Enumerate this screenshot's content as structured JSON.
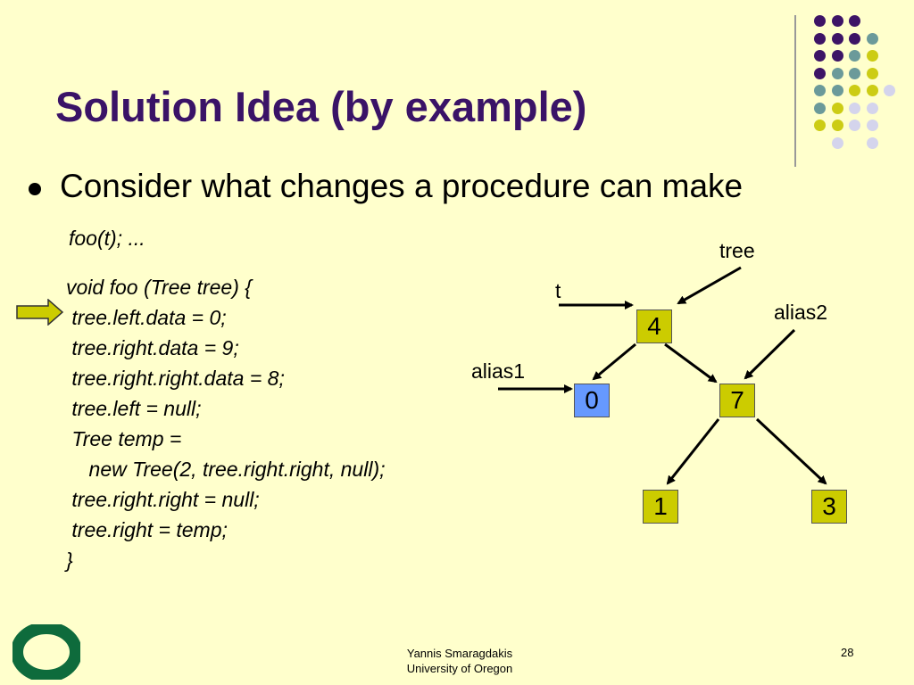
{
  "slide": {
    "title": "Solution Idea (by example)",
    "bullet": "Consider what changes a procedure can make",
    "call_line": "foo(t); ...",
    "code_lines": [
      "void foo (Tree tree) {",
      " tree.left.data = 0;",
      " tree.right.data = 9;",
      " tree.right.right.data = 8;",
      " tree.left = null;",
      " Tree temp =",
      "    new Tree(2, tree.right.right, null);",
      " tree.right.right = null;",
      " tree.right = temp;",
      "}"
    ],
    "current_line_index": 1
  },
  "diagram": {
    "nodes": [
      {
        "id": "n4",
        "value": "4",
        "color": "#cccc00"
      },
      {
        "id": "n0",
        "value": "0",
        "color": "#6699ff"
      },
      {
        "id": "n7",
        "value": "7",
        "color": "#cccc00"
      },
      {
        "id": "n1",
        "value": "1",
        "color": "#cccc00"
      },
      {
        "id": "n3",
        "value": "3",
        "color": "#cccc00"
      }
    ],
    "pointer_labels": {
      "tree": "tree",
      "t": "t",
      "alias1": "alias1",
      "alias2": "alias2"
    }
  },
  "footer": {
    "author": "Yannis Smaragdakis",
    "institution": "University of Oregon",
    "page_number": "28"
  },
  "colors": {
    "background": "#ffffcc",
    "title": "#3a1367",
    "purple": "#3d1466",
    "teal": "#6b9a9a",
    "yellow": "#cccc14",
    "lavender": "#d4d4ec",
    "arrow": "#cccc00",
    "logo_green": "#0e6b3c"
  }
}
